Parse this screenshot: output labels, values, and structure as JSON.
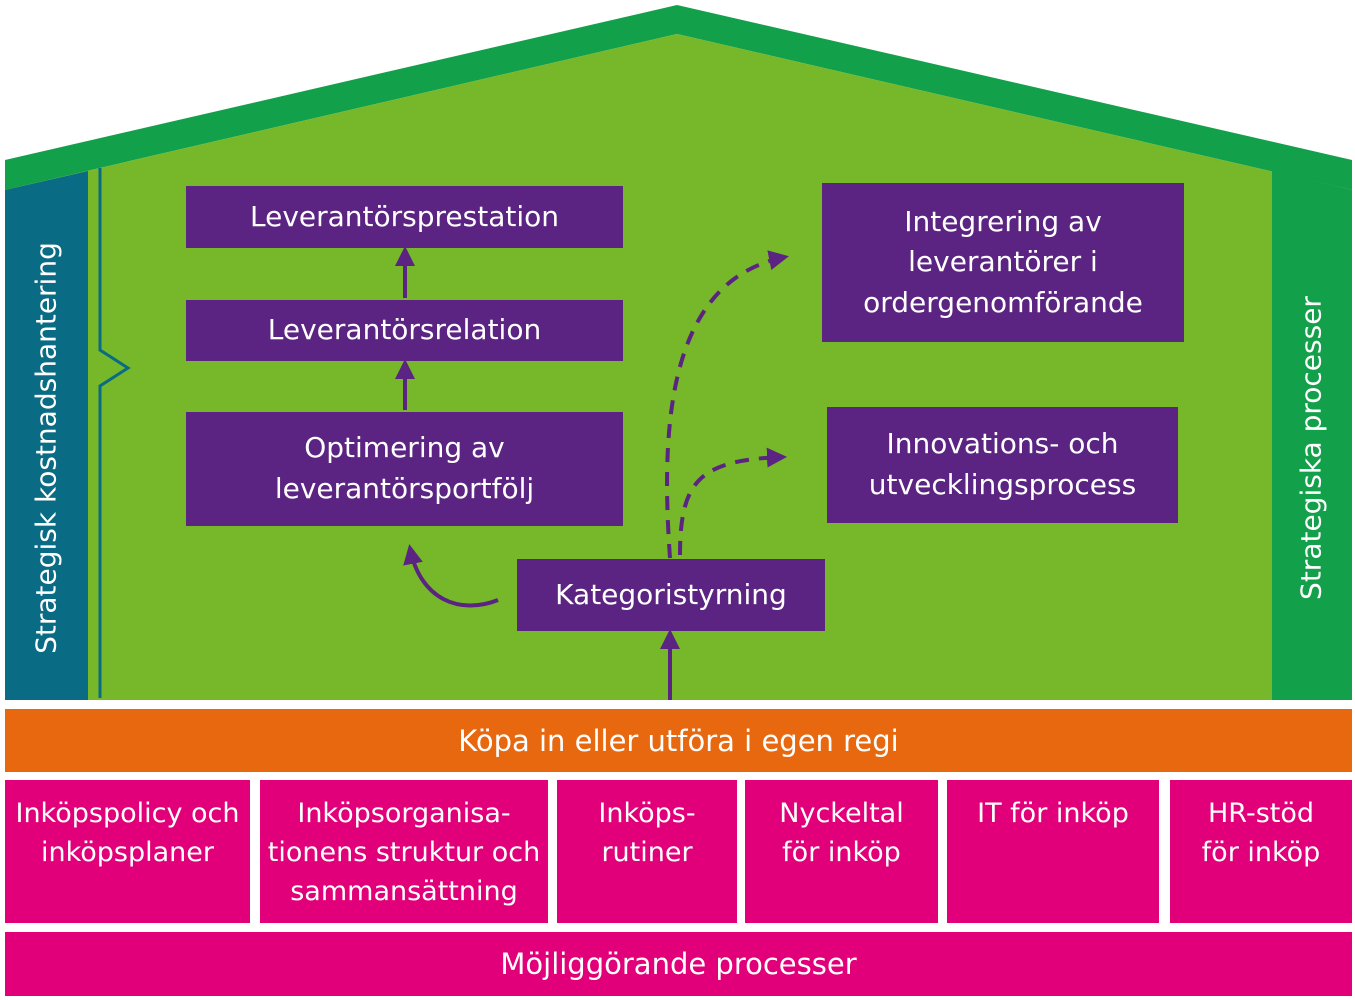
{
  "colors": {
    "roof": "#13a04a",
    "body": "#76b82a",
    "left_pillar": "#0a6b84",
    "right_pillar": "#13a04a",
    "box": "#5b2482",
    "arrow": "#5b2482",
    "orange_band": "#e8680f",
    "foundation": "#e2007a"
  },
  "pillars": {
    "left": "Strategisk kostnadshantering",
    "right": "Strategiska processer"
  },
  "boxes": {
    "leverantorsprestation": "Leverantörsprestation",
    "leverantorsrelation": "Leverantörsrelation",
    "optimering": "Optimering av\nleverantörsportfölj",
    "kategoristyrning": "Kategoristyrning",
    "integrering": "Integrering av\nleverantörer i\nordergenomförande",
    "innovation": "Innovations- och\nutvecklingsprocess"
  },
  "band": "Köpa in eller utföra i egen regi",
  "foundation_items": [
    "Inköpspolicy och\ninköpsplaner",
    "Inköpsorganisa-\ntionens struktur och\nsammansättning",
    "Inköps-\nrutiner",
    "Nyckeltal\nför inköp",
    "IT för inköp",
    "HR-stöd\nför inköp"
  ],
  "base": "Möjliggörande processer"
}
